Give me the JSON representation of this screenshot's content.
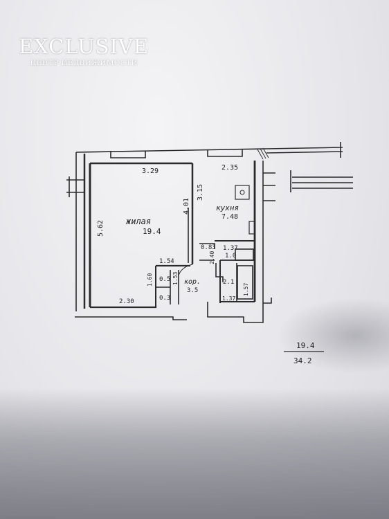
{
  "watermark": {
    "title": "EXCLUSIVE",
    "subtitle": "ЦЕНТР НЕДВИЖИМОСТИ"
  },
  "plan": {
    "living_room": {
      "name": "жилая",
      "area": "19.4",
      "width": "3.29",
      "length": "5.62",
      "bottom_width": "2.30"
    },
    "kitchen": {
      "name": "кухня",
      "area": "7.48",
      "width": "2.35",
      "length": "3.15"
    },
    "corridor": {
      "name": "кор.",
      "area": "3.5"
    },
    "closets": {
      "upper": "0.5",
      "lower": "0.3",
      "width": "1.60"
    },
    "bath": {
      "area": "2.1",
      "length": "1.57",
      "bottom": "1.37"
    },
    "wc": {
      "area": "1.0",
      "width": "1.37",
      "depth": "2.40"
    },
    "misc": {
      "wall_40": "4.01",
      "wall_154": "1.54",
      "wall_153": "1.53",
      "small_area": "0.83"
    },
    "totals": {
      "living": "19.4",
      "total": "34.2"
    }
  }
}
